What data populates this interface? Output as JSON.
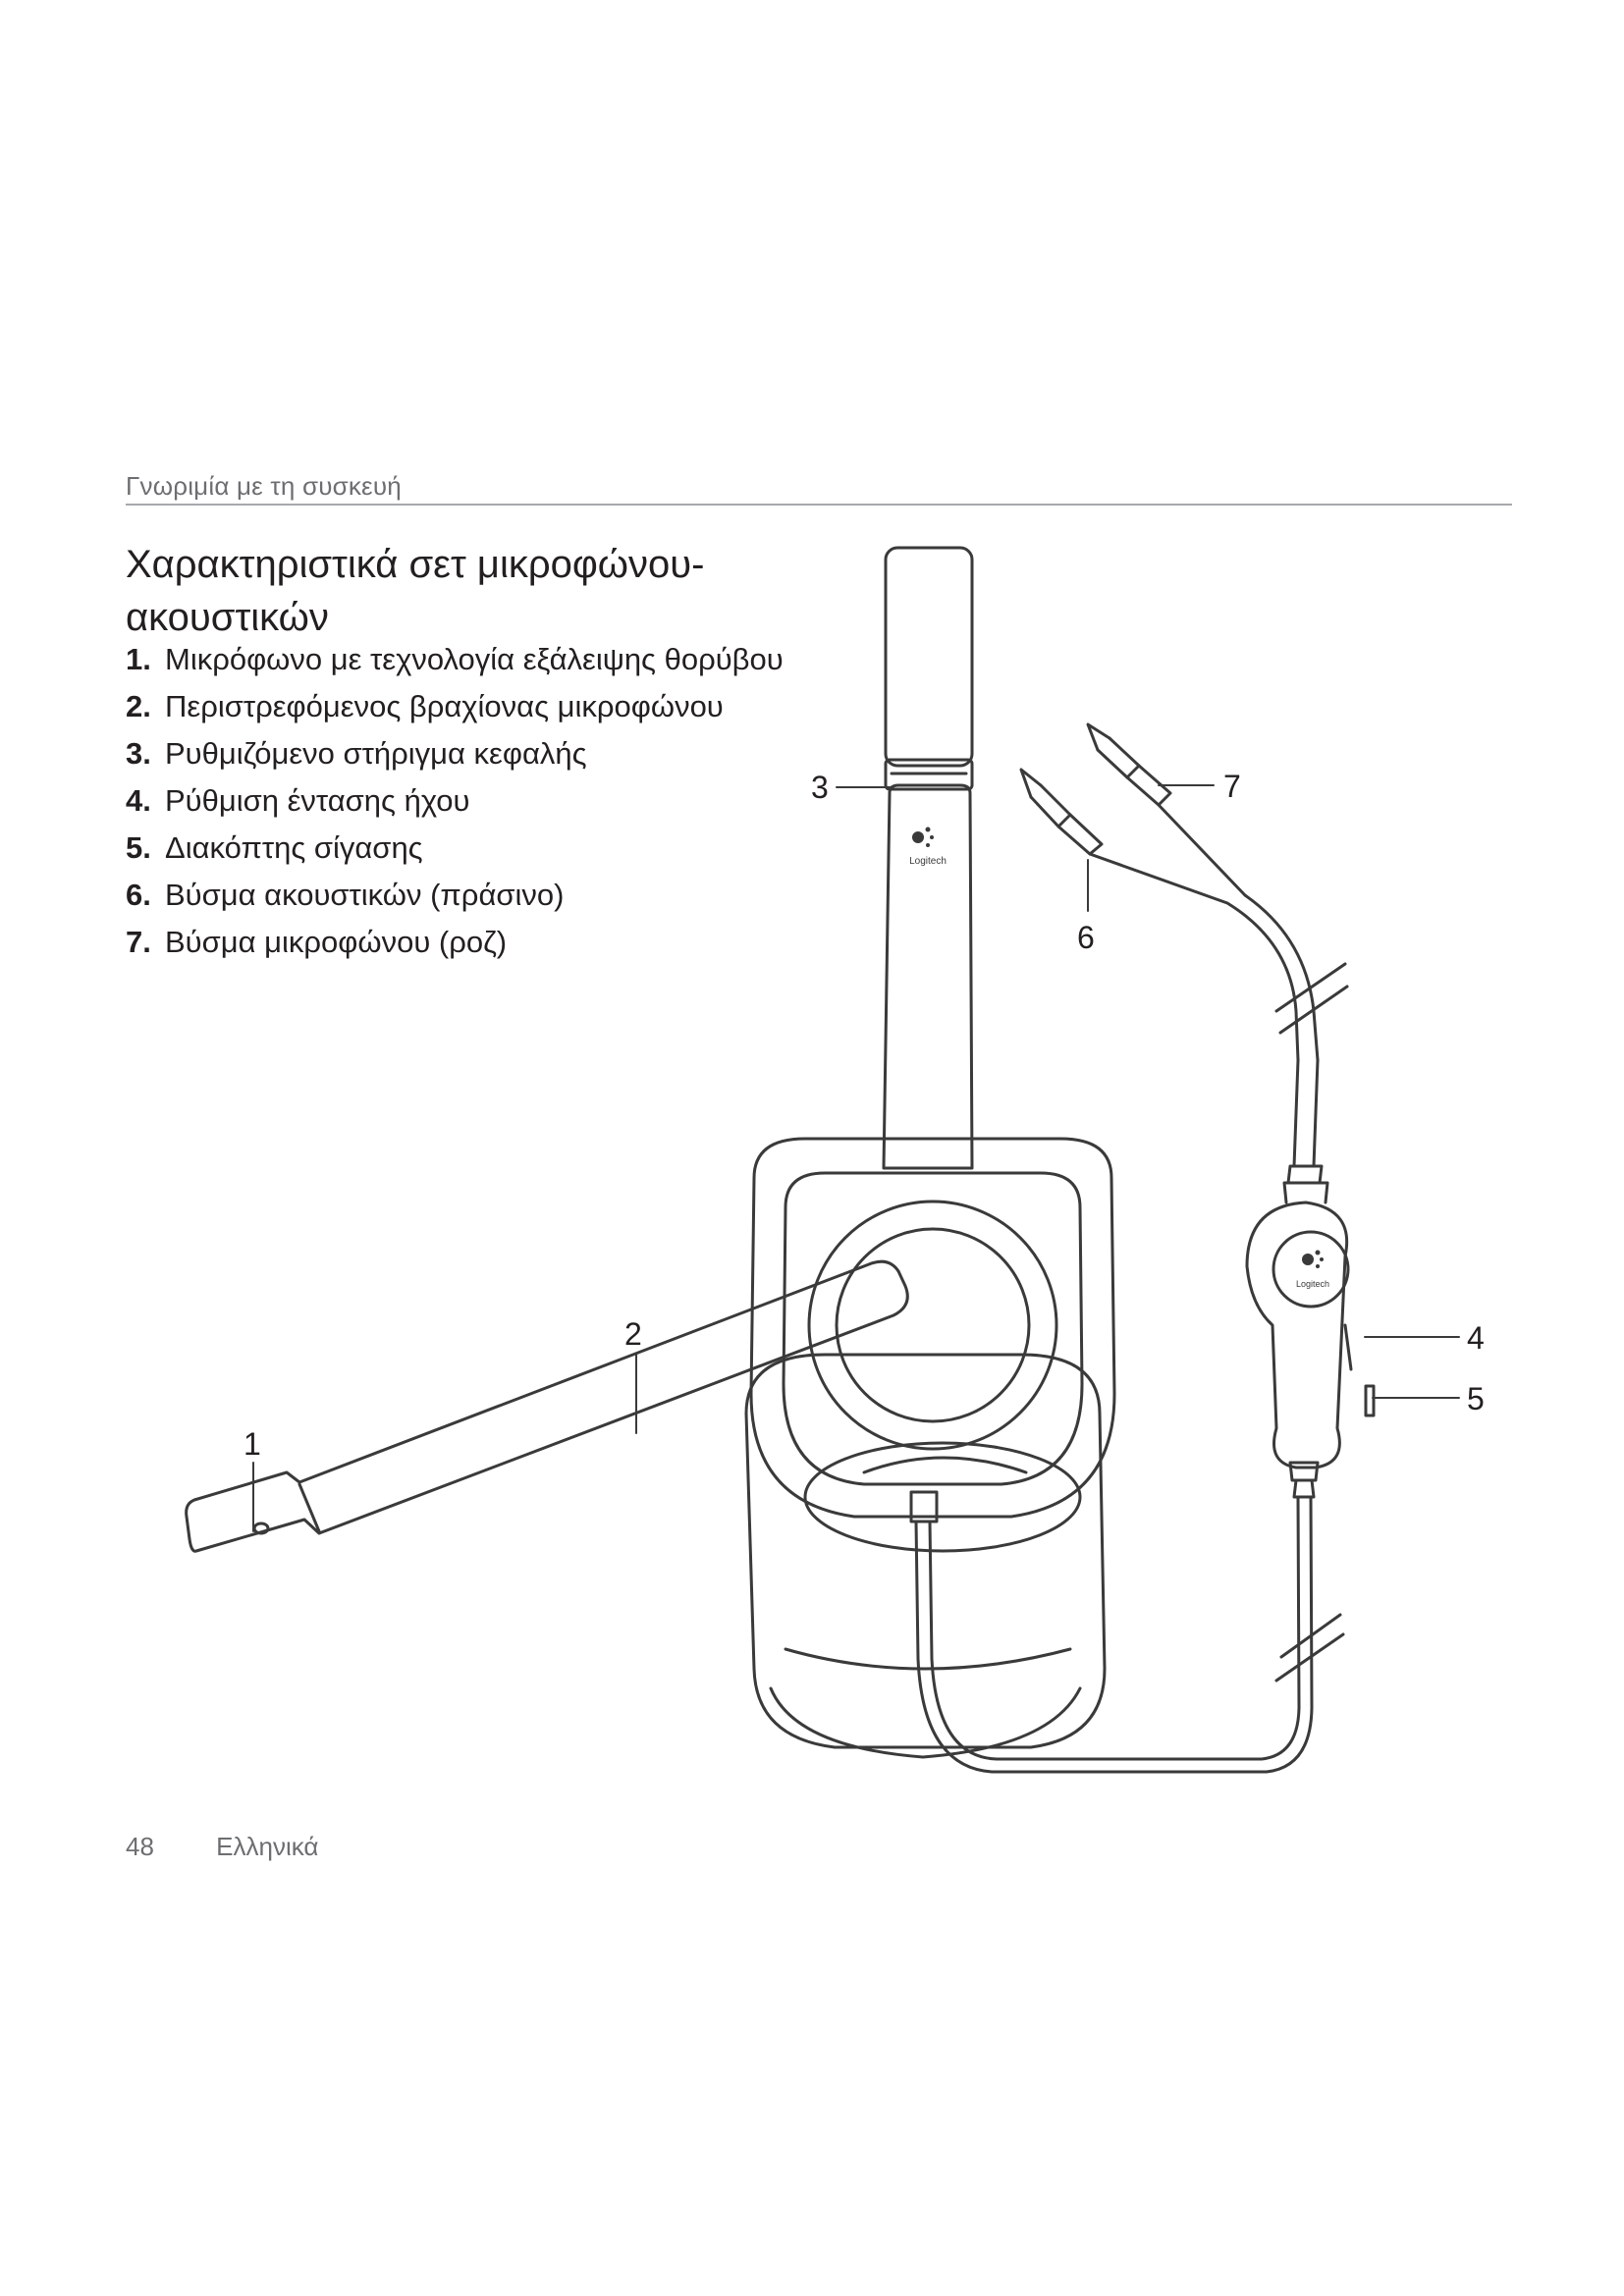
{
  "header": {
    "section": "Γνωριμία με τη συσκευή"
  },
  "title": "Χαρακτηριστικά σετ μικροφώνου-ακουστικών",
  "features": [
    {
      "num": "1.",
      "label": "Μικρόφωνο με τεχνολογία εξάλειψης θορύβου"
    },
    {
      "num": "2.",
      "label": "Περιστρεφόμενος βραχίονας μικροφώνου"
    },
    {
      "num": "3.",
      "label": "Ρυθμιζόμενο στήριγμα κεφαλής"
    },
    {
      "num": "4.",
      "label": "Ρύθμιση έντασης ήχου"
    },
    {
      "num": "5.",
      "label": "Διακόπτης σίγασης"
    },
    {
      "num": "6.",
      "label": "Βύσμα ακουστικών (πράσινο)"
    },
    {
      "num": "7.",
      "label": "Βύσμα μικροφώνου (ροζ)"
    }
  ],
  "callouts": [
    "1",
    "2",
    "3",
    "4",
    "5",
    "6",
    "7"
  ],
  "brand": {
    "logo_text": "Logitech"
  },
  "footer": {
    "page_number": "48",
    "language": "Ελληνικά"
  },
  "colors": {
    "text": "#231f20",
    "muted": "#6d6e71",
    "rule": "#a7a9ac",
    "line": "#3a3a3a"
  }
}
